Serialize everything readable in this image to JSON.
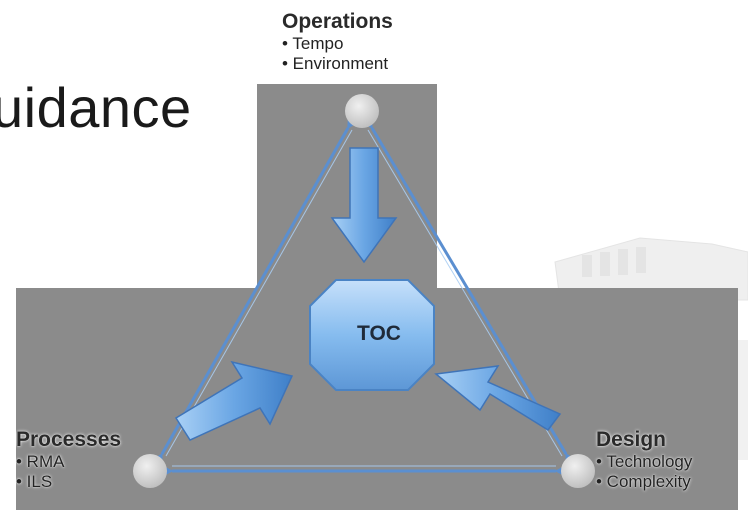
{
  "background_title_fragment": "uidance",
  "center": {
    "label": "TOC"
  },
  "nodes": {
    "operations": {
      "title": "Operations",
      "items": [
        "• Tempo",
        "• Environment"
      ]
    },
    "processes": {
      "title": "Processes",
      "items": [
        "• RMA",
        "• ILS"
      ]
    },
    "design": {
      "title": "Design",
      "items": [
        "• Technology",
        "• Complexity"
      ]
    }
  },
  "colors": {
    "panel": "#8b8b8b",
    "edge": "#5b8fd0",
    "arrow_fill": "#6aa6e4",
    "node": "#d0d0d0",
    "toc_fill": "#7fb4ea"
  }
}
